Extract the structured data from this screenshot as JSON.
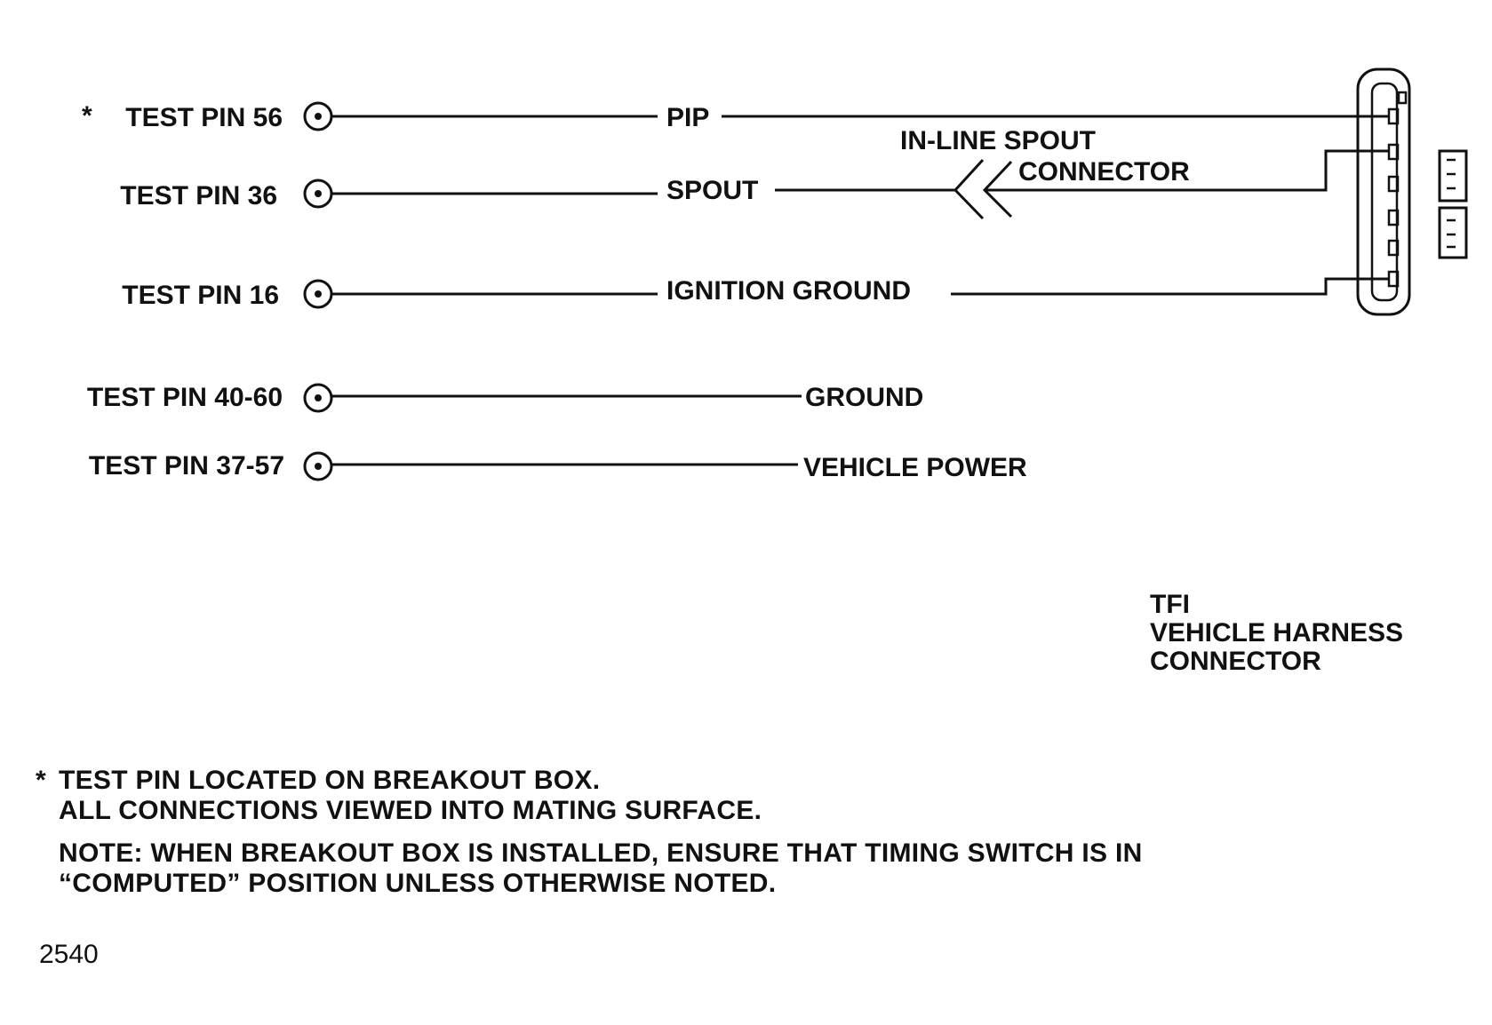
{
  "pins": [
    {
      "label": "TEST PIN 56",
      "signal": "PIP",
      "marker": "*"
    },
    {
      "label": "TEST PIN 36",
      "signal": "SPOUT"
    },
    {
      "label": "TEST PIN 16",
      "signal": "IGNITION GROUND"
    },
    {
      "label": "TEST PIN 40-60",
      "signal": "GROUND"
    },
    {
      "label": "TEST PIN 37-57",
      "signal": "VEHICLE POWER"
    }
  ],
  "inline_connector_label": [
    "IN-LINE SPOUT",
    "CONNECTOR"
  ],
  "harness_connector_label": [
    "TFI",
    "VEHICLE HARNESS",
    "CONNECTOR"
  ],
  "footnote": {
    "marker": "*",
    "lines": [
      "TEST PIN LOCATED ON BREAKOUT BOX.",
      "ALL CONNECTIONS VIEWED INTO MATING SURFACE."
    ]
  },
  "note": [
    "NOTE: WHEN BREAKOUT BOX IS INSTALLED, ENSURE THAT TIMING SWITCH IS IN",
    "“COMPUTED” POSITION UNLESS OTHERWISE NOTED."
  ],
  "figure_number": "2540"
}
